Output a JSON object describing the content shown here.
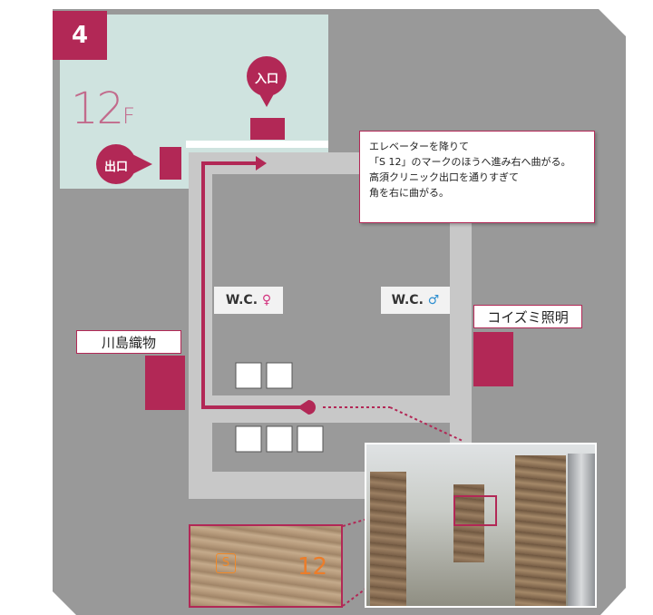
{
  "floor_number": "4",
  "floor_label": "12",
  "floor_label_suffix": "F",
  "entrance_label": "入口",
  "exit_label": "出口",
  "direction_note": {
    "line1": "エレベーターを降りて",
    "line2": "「S 12」のマークのほうへ進み右へ曲がる。",
    "line3": "高須クリニック出口を通りすぎて",
    "line4": "角を右に曲がる。"
  },
  "restroom_female": "W.C.",
  "restroom_male": "W.C.",
  "shop_left": "川島織物",
  "shop_right": "コイズミ照明",
  "zoom_mark_s": "S",
  "zoom_mark_num": "12",
  "colors": {
    "accent": "#b22856",
    "floor_area": "#cfe3df",
    "corridor": "#999999",
    "core": "#c8c8c8",
    "inner": "#9a9a9a"
  }
}
